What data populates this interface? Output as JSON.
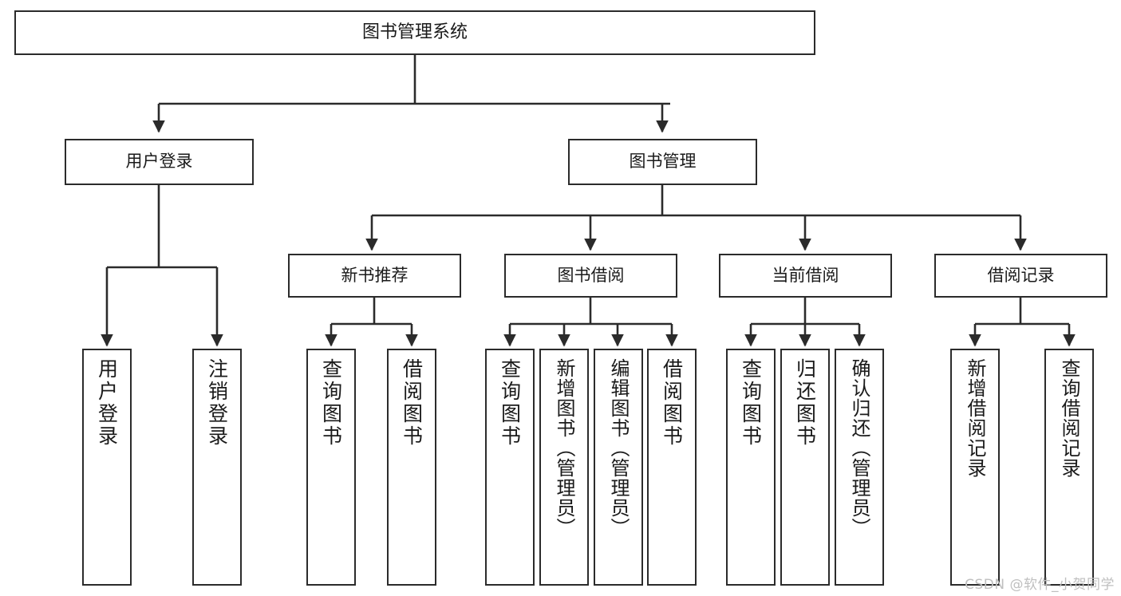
{
  "diagram": {
    "title": "图书管理系统",
    "watermark": "CSDN @软件_小贺同学",
    "colors": {
      "stroke": "#2b2b2b",
      "background": "#ffffff",
      "text": "#1a1a1a",
      "watermark": "#bfbfbf"
    },
    "root": {
      "id": "root",
      "label": "图书管理系统"
    },
    "level2": [
      {
        "id": "user-login",
        "label": "用户登录"
      },
      {
        "id": "book-manage",
        "label": "图书管理"
      }
    ],
    "level3": [
      {
        "id": "new-book-recommend",
        "label": "新书推荐"
      },
      {
        "id": "book-borrow",
        "label": "图书借阅"
      },
      {
        "id": "current-borrow",
        "label": "当前借阅"
      },
      {
        "id": "borrow-record",
        "label": "借阅记录"
      }
    ],
    "leaves": {
      "user_login": [
        {
          "id": "leaf-user-login",
          "label": "用户登录"
        },
        {
          "id": "leaf-logout",
          "label": "注销登录"
        }
      ],
      "new_book_recommend": [
        {
          "id": "leaf-query-book-1",
          "label": "查询图书"
        },
        {
          "id": "leaf-borrow-book-1",
          "label": "借阅图书"
        }
      ],
      "book_borrow": [
        {
          "id": "leaf-query-book-2",
          "label": "查询图书"
        },
        {
          "id": "leaf-add-book",
          "label": "新增图书（管理员）"
        },
        {
          "id": "leaf-edit-book",
          "label": "编辑图书（管理员）"
        },
        {
          "id": "leaf-borrow-book-2",
          "label": "借阅图书"
        }
      ],
      "current_borrow": [
        {
          "id": "leaf-query-book-3",
          "label": "查询图书"
        },
        {
          "id": "leaf-return-book",
          "label": "归还图书"
        },
        {
          "id": "leaf-confirm-return",
          "label": "确认归还（管理员）"
        }
      ],
      "borrow_record": [
        {
          "id": "leaf-add-record",
          "label": "新增借阅记录"
        },
        {
          "id": "leaf-query-record",
          "label": "查询借阅记录"
        }
      ]
    }
  }
}
